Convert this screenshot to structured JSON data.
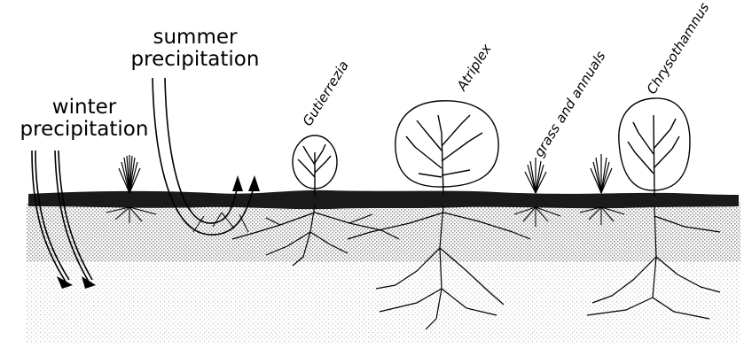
{
  "labels": {
    "winter_line1": "winter",
    "winter_line2": "precipitation",
    "summer_line1": "summer",
    "summer_line2": "precipitation",
    "gutierrezia": "Gutierrezia",
    "atriplex": "Atriplex",
    "grass_annuals": "grass and annuals",
    "chrysothamnus": "Chrysothamnus"
  },
  "colors": {
    "ink": "#000000",
    "surface": "#1a1a1a",
    "soil_upper": "#bdbdbd",
    "soil_lower": "#d9d9d9"
  }
}
